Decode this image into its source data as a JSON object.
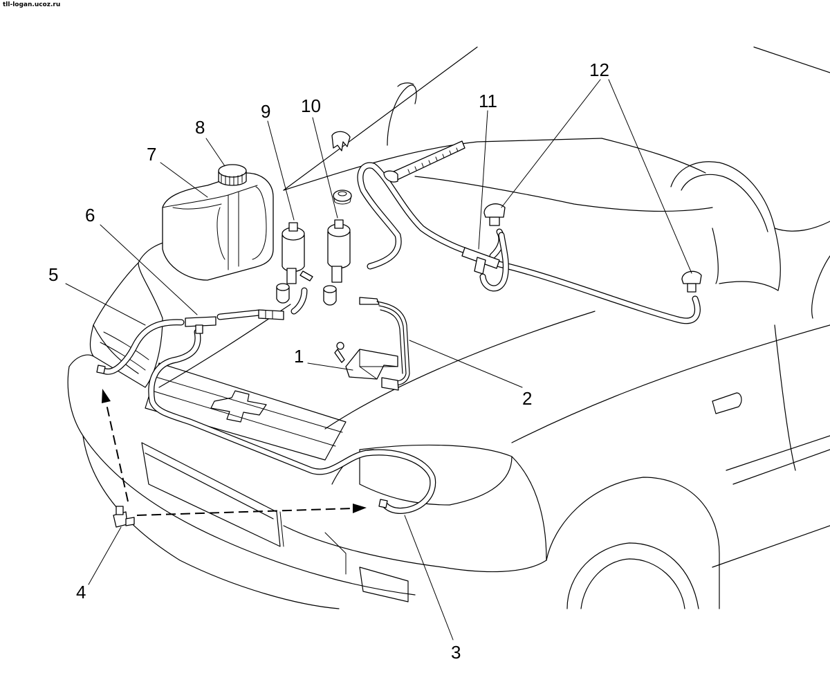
{
  "watermark": "tll-logan.ucoz.ru",
  "callouts": [
    "1",
    "2",
    "3",
    "4",
    "5",
    "6",
    "7",
    "8",
    "9",
    "10",
    "11",
    "12"
  ]
}
